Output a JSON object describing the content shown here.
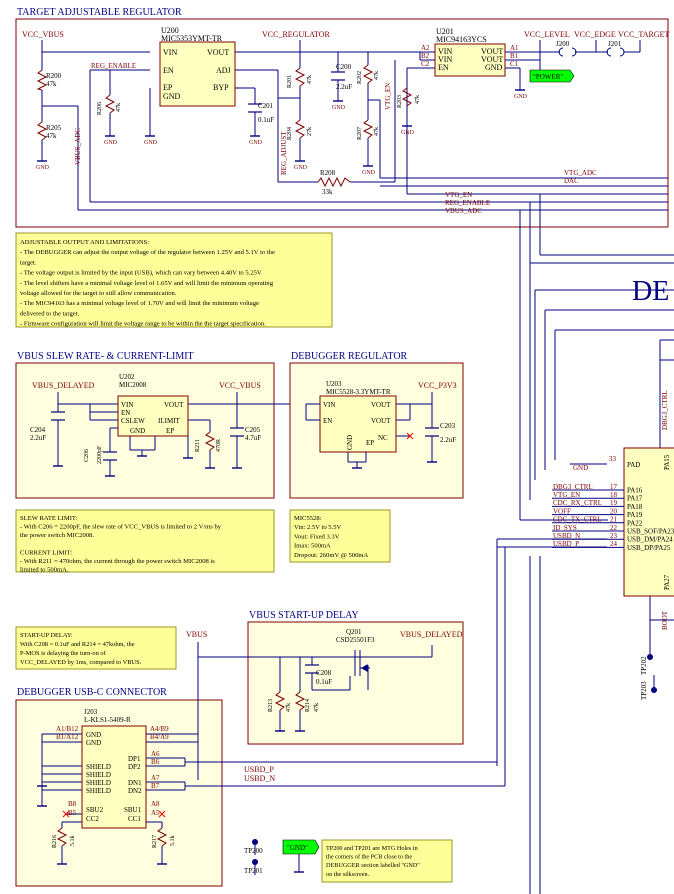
{
  "sections": {
    "target_reg": "TARGET ADJUSTABLE REGULATOR",
    "slew": "VBUS SLEW RATE- & CURRENT-LIMIT",
    "dbg_reg": "DEBUGGER REGULATOR",
    "startup": "VBUS START-UP DELAY",
    "usbc": "DEBUGGER USB-C CONNECTOR"
  },
  "nets": {
    "vcc_vbus": "VCC_VBUS",
    "vcc_regulator": "VCC_REGULATOR",
    "vcc_level": "VCC_LEVEL",
    "vcc_edge": "VCC_EDGE",
    "vcc_target": "VCC_TARGET",
    "reg_enable": "REG_ENABLE",
    "reg_adjust": "REG_ADJUST",
    "vtg_en": "VTG_EN",
    "vbus_adc": "VBUS_ADC",
    "vtg_adc": "VTG_ADC",
    "dac": "DAC",
    "vbus_delayed": "VBUS_DELAYED",
    "vcc_p3v3": "VCC_P3V3",
    "vbus": "VBUS",
    "usbd_p": "USBD_P",
    "usbd_n": "USBD_N",
    "gnd": "GND",
    "power_flag": "\"POWER\"",
    "gnd_flag": "\"GND\""
  },
  "parts": {
    "u200_ref": "U200",
    "u200_val": "MIC5353YMT-TR",
    "u201_ref": "U201",
    "u201_val": "MIC94163YCS",
    "u202_ref": "U202",
    "u202_val": "MIC2008",
    "u203_ref": "U203",
    "u203_val": "MIC5528-3.3YMT-TR",
    "q201_ref": "Q201",
    "q201_val": "CSD25501F3",
    "j203_ref": "J203",
    "j203_val": "L-KLS1-5409-R",
    "j200": "J200",
    "j201": "J201",
    "r200": "R200",
    "r200_v": "47k",
    "r205": "R205",
    "r205_v": "47k",
    "r206": "R206",
    "r206_v": "47k",
    "r201": "R201",
    "r201_v": "47k",
    "r204": "R204",
    "r204_v": "27k",
    "r202": "R202",
    "r202_v": "47k",
    "r207": "R207",
    "r207_v": "47k",
    "r203": "R203",
    "r203_v": "47k",
    "r208": "R208",
    "r208_v": "33k",
    "c200": "C200",
    "c200_v": "2.2uF",
    "c201": "C201",
    "c201_v": "0.1uF",
    "c204": "C204",
    "c204_v": "2.2uF",
    "c206": "C206",
    "c206_v": "2200pF",
    "r211": "R211",
    "r211_v": "470R",
    "c205": "C205",
    "c205_v": "4.7uF",
    "c203": "C203",
    "c203_v": "2.2uF",
    "c208": "C208",
    "c208_v": "0.1uF",
    "r213": "R213",
    "r213_v": "47k",
    "r214": "R214",
    "r214_v": "47k",
    "r216": "R216",
    "r216_v": "5.1k",
    "r217": "R217",
    "r217_v": "5.1k",
    "tp200": "TP200",
    "tp201": "TP201",
    "tp202": "TP202",
    "tp203": "TP203"
  },
  "pins": {
    "vin": "VIN",
    "en": "EN",
    "ep": "EP",
    "gnd": "GND",
    "vout": "VOUT",
    "adj": "ADJ",
    "byp": "BYP",
    "cslew": "CSLEW",
    "ilimit": "ILIMIT",
    "nc": "NC",
    "shield": "SHIELD",
    "sbu1": "SBU1",
    "sbu2": "SBU2",
    "cc1": "CC1",
    "cc2": "CC2",
    "dp1": "DP1",
    "dp2": "DP2",
    "dn1": "DN1",
    "dn2": "DN2",
    "a1b12": "A1/B12",
    "b1a12": "B1/A12",
    "a4b9": "A4/B9",
    "b4a9": "B4/A9",
    "a6": "A6",
    "b6": "B6",
    "a7": "A7",
    "b7": "B7",
    "a8": "A8",
    "b8": "B8",
    "a5": "A5",
    "b5": "B5",
    "a2": "A2",
    "b2": "B2",
    "c2": "C2",
    "a1": "A1",
    "b1": "B1",
    "c1": "C1"
  },
  "mcu": {
    "title_fragment": "DE",
    "pins": [
      {
        "net": "DBG3_CTRL",
        "num": "17",
        "pin": "PA16"
      },
      {
        "net": "VTG_EN",
        "num": "18",
        "pin": "PA17"
      },
      {
        "net": "CDC_RX_CTRL",
        "num": "19",
        "pin": "PA18"
      },
      {
        "net": "VOFF",
        "num": "20",
        "pin": "PA19"
      },
      {
        "net": "CDC_TX_CTRL",
        "num": "21",
        "pin": "PA22"
      },
      {
        "net": "ID_SYS",
        "num": "22",
        "pin": "USB_SOF/PA23"
      },
      {
        "net": "USBD_N",
        "num": "23",
        "pin": "USB_DM/PA24"
      },
      {
        "net": "USBD_P",
        "num": "24",
        "pin": "USB_DP/PA25"
      }
    ],
    "pad_num": "33",
    "pad": "PAD",
    "pa15": "PA15",
    "pa27": "PA27",
    "boot": "BOOT",
    "dbg_ctrl": "DBG3_CTRL",
    "gnd": "GND"
  },
  "notes": {
    "adjustable": [
      "ADJUSTABLE OUTPUT AND LIMITATIONS:",
      "- The DEBUGGER can adjust the output voltage of the regulator between 1.25V and 5.1V to the",
      "target.",
      "- The voltage output is limited by the input (USB), which can vary between 4.40V to 5.25V",
      "- The level shifters have a minimal voltage level of 1.65V and will limit the minimum operating",
      "voltage allowed for the target to still allow communication.",
      "- The MIC94163 has a minimal voltage level of 1.70V and will limit the minimum voltage",
      "delivered to the target.",
      "- Firmware configuration will limit the voltage range to be within the the target specification."
    ],
    "slew": [
      "SLEW RATE LIMIT:",
      "- With C206 = 2200pF, the slew rate of VCC_VBUS is limited to 2 V/ms by",
      "the power switch MIC2008.",
      "",
      "CURRENT LIMIT:",
      "- With R211 = 470ohm, the current through the power switch MIC2008 is",
      "limited to 500mA."
    ],
    "mic5528": [
      "MIC5528:",
      "Vin: 2.5V to 5.5V",
      "Vout: Fixed 3.3V",
      "Imax: 500mA",
      "Dropout: 260mV @ 500mA"
    ],
    "startup": [
      "START-UP DELAY:",
      "With C208 = 0.1uF and R214 = 47kohm, the",
      "P-MOS is delaying the turn-on of",
      "VCC_DELAYED by 1ms, compared to VBUS."
    ],
    "tp": [
      "TP200 and TP201 are MTG Holes in",
      "the corners of the PCB close to the",
      "DEBUGGER section labelled \"GND\"",
      "on the silkscreen."
    ]
  }
}
